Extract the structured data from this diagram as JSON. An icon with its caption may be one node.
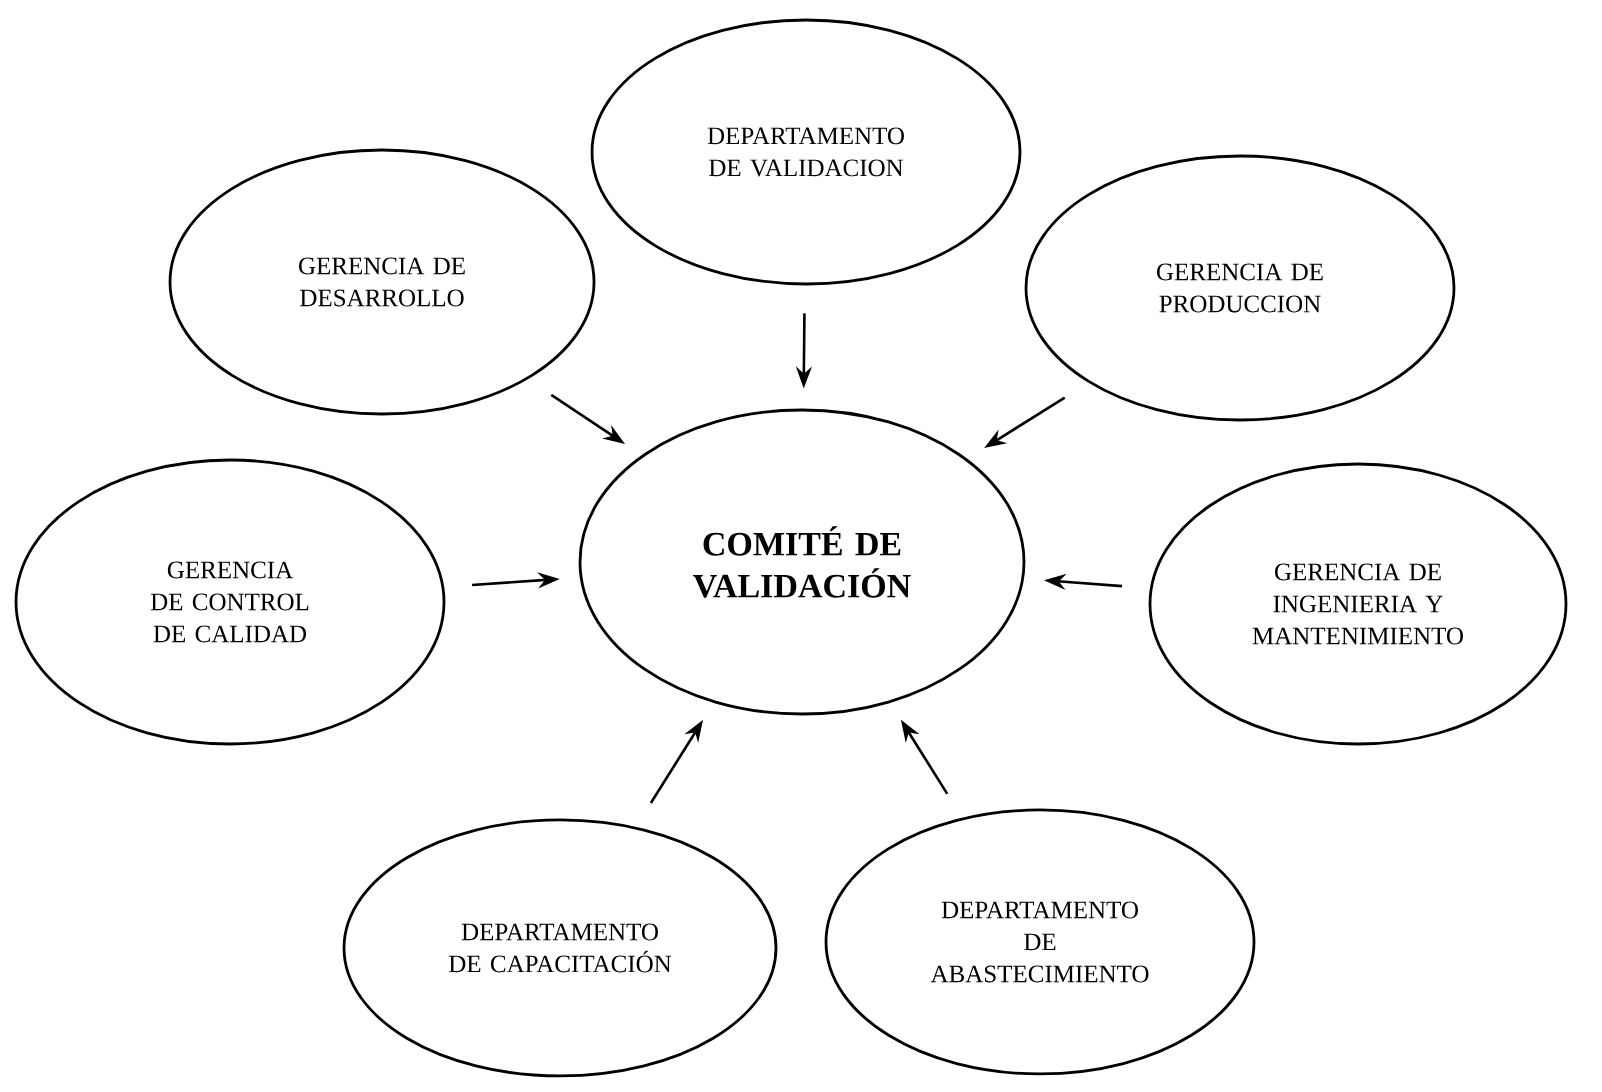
{
  "diagram": {
    "nodes": [
      {
        "text": [
          "DEPARTAMENTO DE VALIDACION"
        ]
      },
      {
        "text": [
          "GERENCIA DE DESARROLLO"
        ]
      },
      {
        "text": [
          "GERENCIA DE PRODUCCION"
        ]
      },
      {
        "text": [
          "GERENCIA DE CONTROL DE CALIDAD"
        ]
      },
      {
        "text": [
          "COMITÉ DE VALIDACIÓN"
        ]
      },
      {
        "text": [
          "GERENCIA DE INGENIERIA Y MANTENIMIENTO"
        ]
      },
      {
        "text": [
          "DEPARTAMENTO DE CAPACITACIÓN"
        ]
      },
      {
        "text": [
          "DEPARTAMENTO DE ABASTECIMIENTO"
        ]
      }
    ],
    "edges": [
      {
        "from": 0,
        "to": 4,
        "arrow": "to"
      },
      {
        "from": 1,
        "to": 4,
        "arrow": "to"
      },
      {
        "from": 2,
        "to": 4,
        "arrow": "to"
      },
      {
        "from": 3,
        "to": 4,
        "arrow": "to"
      },
      {
        "from": 5,
        "to": 4,
        "arrow": "to"
      },
      {
        "from": 6,
        "to": 4,
        "arrow": "to"
      },
      {
        "from": 7,
        "to": 4,
        "arrow": "to"
      }
    ]
  }
}
